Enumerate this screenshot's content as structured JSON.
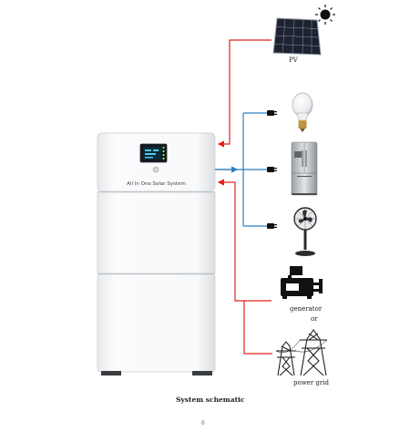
{
  "diagram": {
    "caption": "System schematic",
    "page_number": "6",
    "inverter": {
      "label": "All In One Solar System",
      "display_text": "",
      "indicator_colors": [
        "#6cff5c",
        "#6cff5c",
        "#6cff5c",
        "#6cff5c"
      ]
    },
    "nodes": {
      "pv": {
        "label": "PV",
        "icon": "solar-panel-icon",
        "extra_icon": "sun-icon"
      },
      "bulb": {
        "label": "",
        "icon": "light-bulb-icon"
      },
      "fridge": {
        "label": "",
        "icon": "refrigerator-icon"
      },
      "fan": {
        "label": "",
        "icon": "electric-fan-icon"
      },
      "generator": {
        "label": "generator",
        "icon": "generator-icon"
      },
      "connector_word": "or",
      "power_grid": {
        "label": "power grid",
        "icon": "power-tower-icon"
      }
    },
    "colors": {
      "input_arrow": "#e02020",
      "output_arrow": "#2a7fc2",
      "cabinet": "#f4f5f6",
      "plug": "#111111"
    }
  }
}
